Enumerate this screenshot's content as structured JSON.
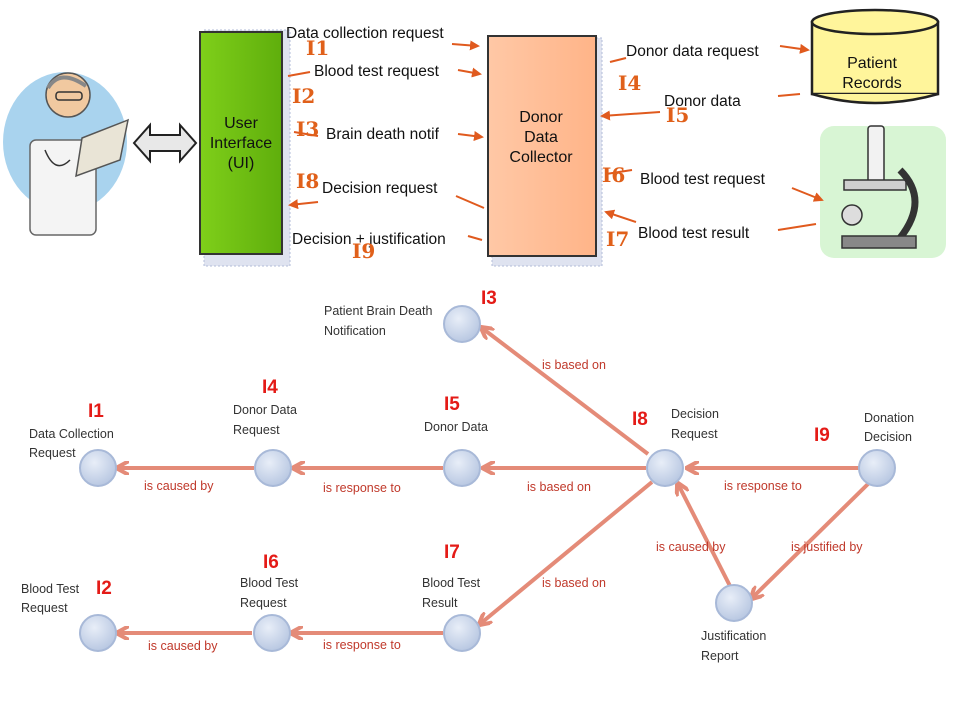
{
  "top": {
    "ui_box": [
      "User",
      "Interface",
      "(UI)"
    ],
    "donor_box": [
      "Donor",
      "Data",
      "Collector"
    ],
    "records_box": [
      "Patient",
      "Records"
    ],
    "left_messages": [
      {
        "text": "Data collection request",
        "id": "I1"
      },
      {
        "text": "Blood test request",
        "id": "I2"
      },
      {
        "text": "Brain death notif",
        "id": "I3"
      },
      {
        "text": "Decision request",
        "id": "I8"
      },
      {
        "text": "Decision + justification",
        "id": "I9"
      }
    ],
    "right_messages": [
      {
        "text": "Donor data request",
        "id": "I4"
      },
      {
        "text": "Donor data",
        "id": "I5"
      },
      {
        "text": "Blood test request",
        "id": "I6"
      },
      {
        "text": "Blood test result",
        "id": "I7"
      }
    ]
  },
  "graph": {
    "nodes": {
      "brain_death": {
        "label": [
          "Patient Brain Death",
          "Notification"
        ],
        "id": "I3"
      },
      "data_collection": {
        "label": [
          "Data Collection",
          "Request"
        ],
        "id": "I1"
      },
      "donor_data_request": {
        "label": [
          "Donor Data",
          "Request"
        ],
        "id": "I4"
      },
      "donor_data": {
        "label": [
          "Donor Data"
        ],
        "id": "I5"
      },
      "decision_request": {
        "label": [
          "Decision",
          "Request"
        ],
        "id": "I8"
      },
      "donation_decision": {
        "label": [
          "Donation",
          "Decision"
        ],
        "id": "I9"
      },
      "blood_test_request": {
        "label": [
          "Blood Test",
          "Request"
        ],
        "id": "I2"
      },
      "blood_test_request2": {
        "label": [
          "Blood Test",
          "Request"
        ],
        "id": "I6"
      },
      "blood_test_result": {
        "label": [
          "Blood Test",
          "Result"
        ],
        "id": "I7"
      },
      "justification_report": {
        "label": [
          "Justification",
          "Report"
        ]
      }
    },
    "edges": {
      "e_brain": "is based on",
      "e_dc": "is caused by",
      "e_ddr": "is response to",
      "e_dd": "is based on",
      "e_dec": "is response to",
      "e_jr_dr": "is caused by",
      "e_dd_jr": "is justified by",
      "e_btr_result": "is based on",
      "e_btr": "is caused by",
      "e_btr2": "is response to"
    }
  }
}
